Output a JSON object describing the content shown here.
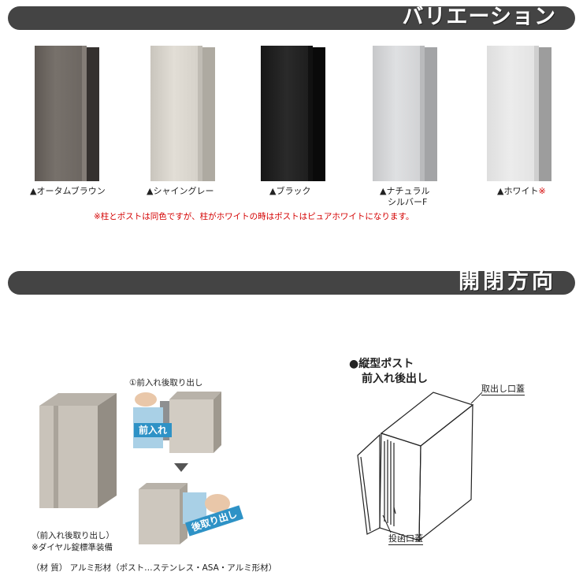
{
  "section1": {
    "title": "バリエーション"
  },
  "swatches": [
    {
      "label1": "▲オータムブラウン",
      "label2": "",
      "mark": "",
      "face": "#6b6560",
      "side": "#3a3634"
    },
    {
      "label1": "▲シャイングレー",
      "label2": "",
      "mark": "",
      "face": "#d6d2ca",
      "side": "#b2ada4"
    },
    {
      "label1": "▲ブラック",
      "label2": "",
      "mark": "",
      "face": "#1f1f1f",
      "side": "#0c0c0c"
    },
    {
      "label1": "▲ナチュラル",
      "label2": "シルバーF",
      "mark": "",
      "face": "#d2d3d5",
      "side": "#a9aaac"
    },
    {
      "label1": "▲ホワイト",
      "label2": "",
      "mark": "※",
      "face": "#e4e4e4",
      "side": "#a5a5a5"
    }
  ],
  "note": "※柱とポストは同色ですが、柱がホワイトの時はポストはピュアホワイトになります。",
  "section2": {
    "title": "開閉方向"
  },
  "left": {
    "step_caption": "①前入れ後取り出し",
    "tag_front": "前入れ",
    "tag_back": "後取り出し",
    "caption1": "（前入れ後取り出し）",
    "caption2": "※ダイヤル錠標準装備",
    "material": "（材 質） アルミ形材（ポスト…ステンレス・ASA・アルミ形材）"
  },
  "diagram": {
    "title1": "●縦型ポスト",
    "title2": "前入れ後出し",
    "label_takeout": "取出し口蓋",
    "label_insert": "投函口蓋"
  },
  "colors": {
    "bar": "#444444",
    "note": "#d40000",
    "tag": "#2e92c6"
  }
}
